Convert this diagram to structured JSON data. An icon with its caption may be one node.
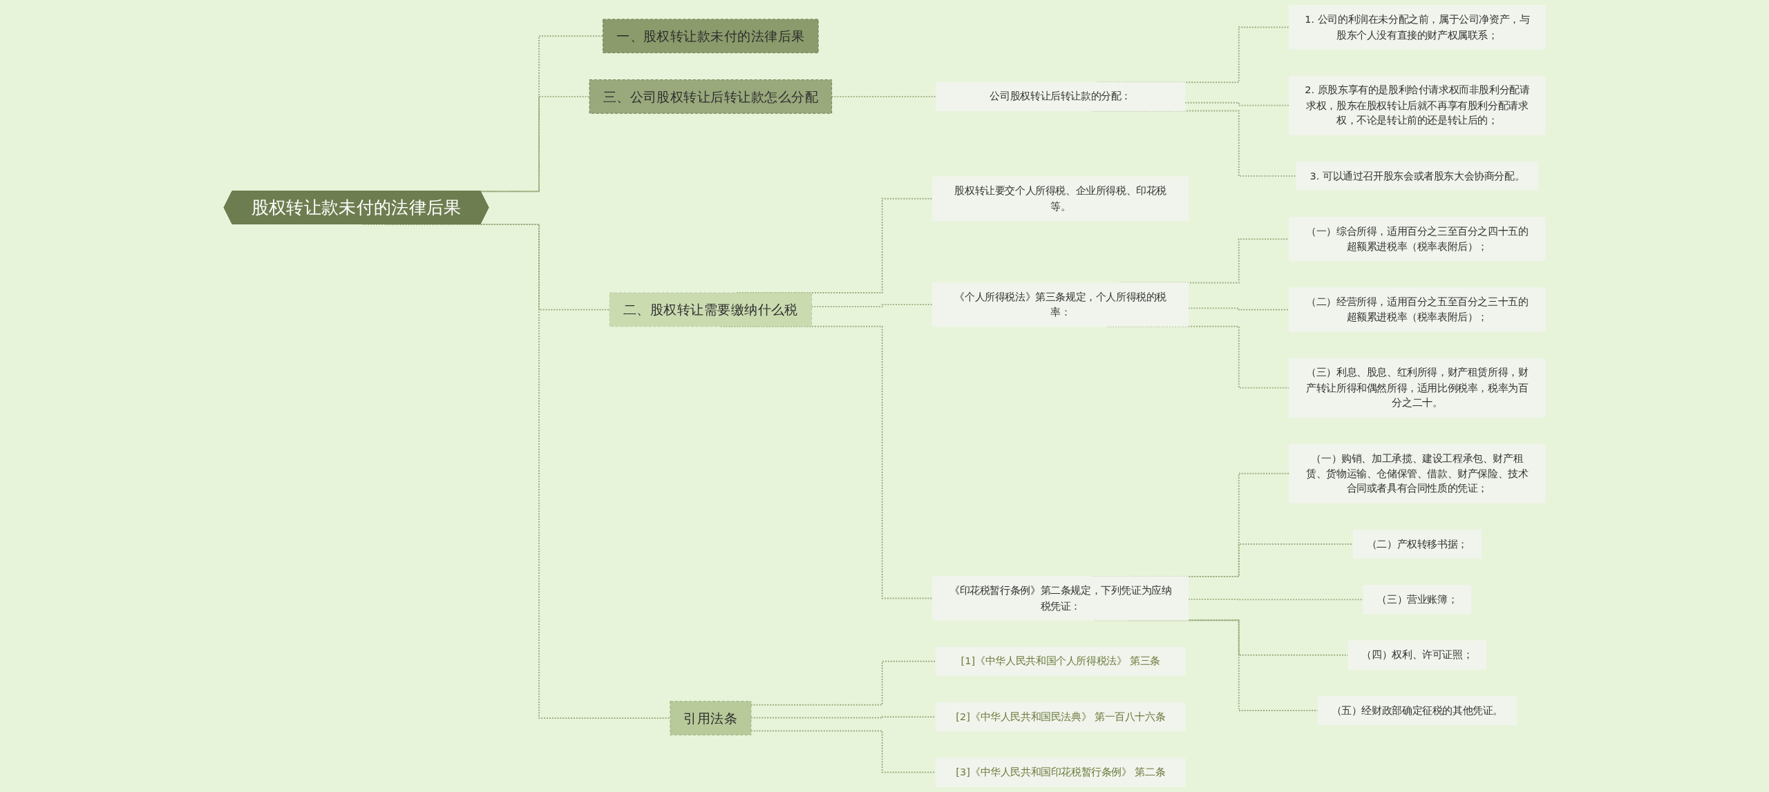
{
  "diagram": {
    "nodes": [
      {
        "text": [
          "股权转让款未付的法律后果"
        ]
      },
      {
        "text": [
          "一、股权转让款未付的法律后果"
        ]
      },
      {
        "text": [
          "三、公司股权转让后转让款怎么分配"
        ]
      },
      {
        "text": [
          "公司股权转让后转让款的分配："
        ]
      },
      {
        "text": [
          "1. 公司的利润在未分配之前，属于公司净资产，与股东个人没有直接的财产权属联系；"
        ]
      },
      {
        "text": [
          "2. 原股东享有的是股利给付请求权而非股利分配请求权，股东在股权转让后就不再享有股利分配请求权，不论是转让前的还是转让后的；"
        ]
      },
      {
        "text": [
          "3. 可以通过召开股东会或者股东大会协商分配。"
        ]
      },
      {
        "text": [
          "二、股权转让需要缴纳什么税"
        ]
      },
      {
        "text": [
          "股权转让要交个人所得税、企业所得税、印花税等。"
        ]
      },
      {
        "text": [
          "《个人所得税法》第三条规定，个人所得税的税率："
        ]
      },
      {
        "text": [
          "（一）综合所得，适用百分之三至百分之四十五的超额累进税率（税率表附后）；"
        ]
      },
      {
        "text": [
          "（二）经营所得，适用百分之五至百分之三十五的超额累进税率（税率表附后）；"
        ]
      },
      {
        "text": [
          "（三）利息、股息、红利所得，财产租赁所得，财产转让所得和偶然所得，适用比例税率，税率为百分之二十。"
        ]
      },
      {
        "text": [
          "《印花税暂行条例》第二条规定，下列凭证为应纳税凭证："
        ]
      },
      {
        "text": [
          "（一）购销、加工承揽、建设工程承包、财产租赁、货物运输、仓储保管、借款、财产保险、技术合同或者具有合同性质的凭证；"
        ]
      },
      {
        "text": [
          "（二）产权转移书据；"
        ]
      },
      {
        "text": [
          "（三）营业账簿；"
        ]
      },
      {
        "text": [
          "（四）权利、许可证照；"
        ]
      },
      {
        "text": [
          "（五）经财政部确定征税的其他凭证。"
        ]
      },
      {
        "text": [
          "引用法条"
        ]
      },
      {
        "text": [
          "[1]《中华人民共和国个人所得税法》 第三条"
        ]
      },
      {
        "text": [
          "[2]《中华人民共和国民法典》 第一百八十六条"
        ]
      },
      {
        "text": [
          "[3]《中华人民共和国印花税暂行条例》 第二条"
        ]
      }
    ],
    "edges": [
      {
        "from": 0,
        "to": 1,
        "arrow": "none",
        "style": "dashed"
      },
      {
        "from": 0,
        "to": 2,
        "arrow": "none",
        "style": "dashed"
      },
      {
        "from": 2,
        "to": 3,
        "arrow": "none",
        "style": "dashed"
      },
      {
        "from": 3,
        "to": 4,
        "arrow": "none",
        "style": "dashed"
      },
      {
        "from": 3,
        "to": 5,
        "arrow": "none",
        "style": "dashed"
      },
      {
        "from": 3,
        "to": 6,
        "arrow": "none",
        "style": "dashed"
      },
      {
        "from": 0,
        "to": 7,
        "arrow": "none",
        "style": "dashed"
      },
      {
        "from": 7,
        "to": 8,
        "arrow": "none",
        "style": "dashed"
      },
      {
        "from": 7,
        "to": 9,
        "arrow": "none",
        "style": "dashed"
      },
      {
        "from": 9,
        "to": 10,
        "arrow": "none",
        "style": "dashed"
      },
      {
        "from": 9,
        "to": 11,
        "arrow": "none",
        "style": "dashed"
      },
      {
        "from": 9,
        "to": 12,
        "arrow": "none",
        "style": "dashed"
      },
      {
        "from": 7,
        "to": 13,
        "arrow": "none",
        "style": "dashed"
      },
      {
        "from": 13,
        "to": 14,
        "arrow": "none",
        "style": "dashed"
      },
      {
        "from": 13,
        "to": 15,
        "arrow": "none",
        "style": "dashed"
      },
      {
        "from": 13,
        "to": 16,
        "arrow": "none",
        "style": "dashed"
      },
      {
        "from": 13,
        "to": 17,
        "arrow": "none",
        "style": "dashed"
      },
      {
        "from": 13,
        "to": 18,
        "arrow": "none",
        "style": "dashed"
      },
      {
        "from": 0,
        "to": 19,
        "arrow": "none",
        "style": "dashed"
      },
      {
        "from": 19,
        "to": 20,
        "arrow": "none",
        "style": "dashed"
      },
      {
        "from": 19,
        "to": 21,
        "arrow": "none",
        "style": "dashed"
      },
      {
        "from": 19,
        "to": 22,
        "arrow": "none",
        "style": "dashed"
      }
    ]
  }
}
